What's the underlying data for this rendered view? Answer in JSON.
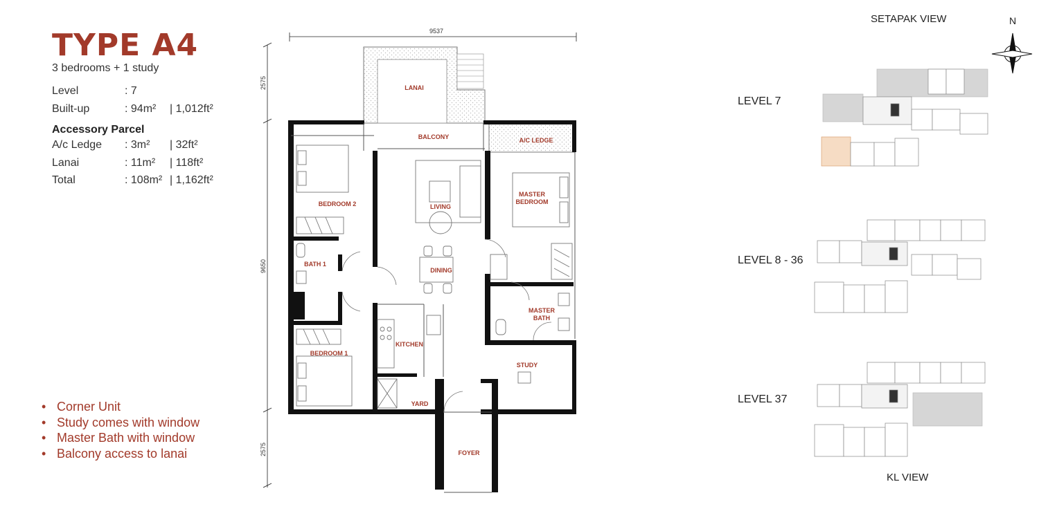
{
  "unit": {
    "title": "TYPE A4",
    "subtitle": "3 bedrooms + 1 study"
  },
  "specs": [
    {
      "label": "Level",
      "value": ": 7",
      "unit": ""
    },
    {
      "label": "Built-up",
      "value": ": 94m²",
      "unit": "| 1,012ft²"
    }
  ],
  "accessory_heading": "Accessory Parcel",
  "accessory": [
    {
      "label": "A/c Ledge",
      "value": ": 3m²",
      "unit": "| 32ft²"
    },
    {
      "label": "Lanai",
      "value": ": 11m²",
      "unit": "| 118ft²"
    },
    {
      "label": "Total",
      "value": ": 108m²",
      "unit": "| 1,162ft²"
    }
  ],
  "features": [
    "Corner Unit",
    "Study comes with window",
    "Master Bath with window",
    "Balcony access to lanai"
  ],
  "dimensions": {
    "width": "9537",
    "top": "2575",
    "middle": "9650",
    "bottom": "2575"
  },
  "rooms": {
    "lanai": "LANAI",
    "balcony": "BALCONY",
    "ac_ledge": "A/C LEDGE",
    "bedroom2": "BEDROOM 2",
    "living": "LIVING",
    "master_bedroom_1": "MASTER",
    "master_bedroom_2": "BEDROOM",
    "bath1": "BATH 1",
    "dining": "DINING",
    "master_bath_1": "MASTER",
    "master_bath_2": "BATH",
    "kitchen": "KITCHEN",
    "bedroom1": "BEDROOM 1",
    "study": "STUDY",
    "yard": "YARD",
    "foyer": "FOYER"
  },
  "keyplan": {
    "views": {
      "top": "SETAPAK VIEW",
      "bottom": "KL VIEW"
    },
    "north": "N",
    "levels": [
      "LEVEL 7",
      "LEVEL 8 - 36",
      "LEVEL 37"
    ],
    "highlight_color": "#f6dcc4",
    "shade_color": "#d6d6d6"
  },
  "colors": {
    "accent": "#a23a2a"
  }
}
